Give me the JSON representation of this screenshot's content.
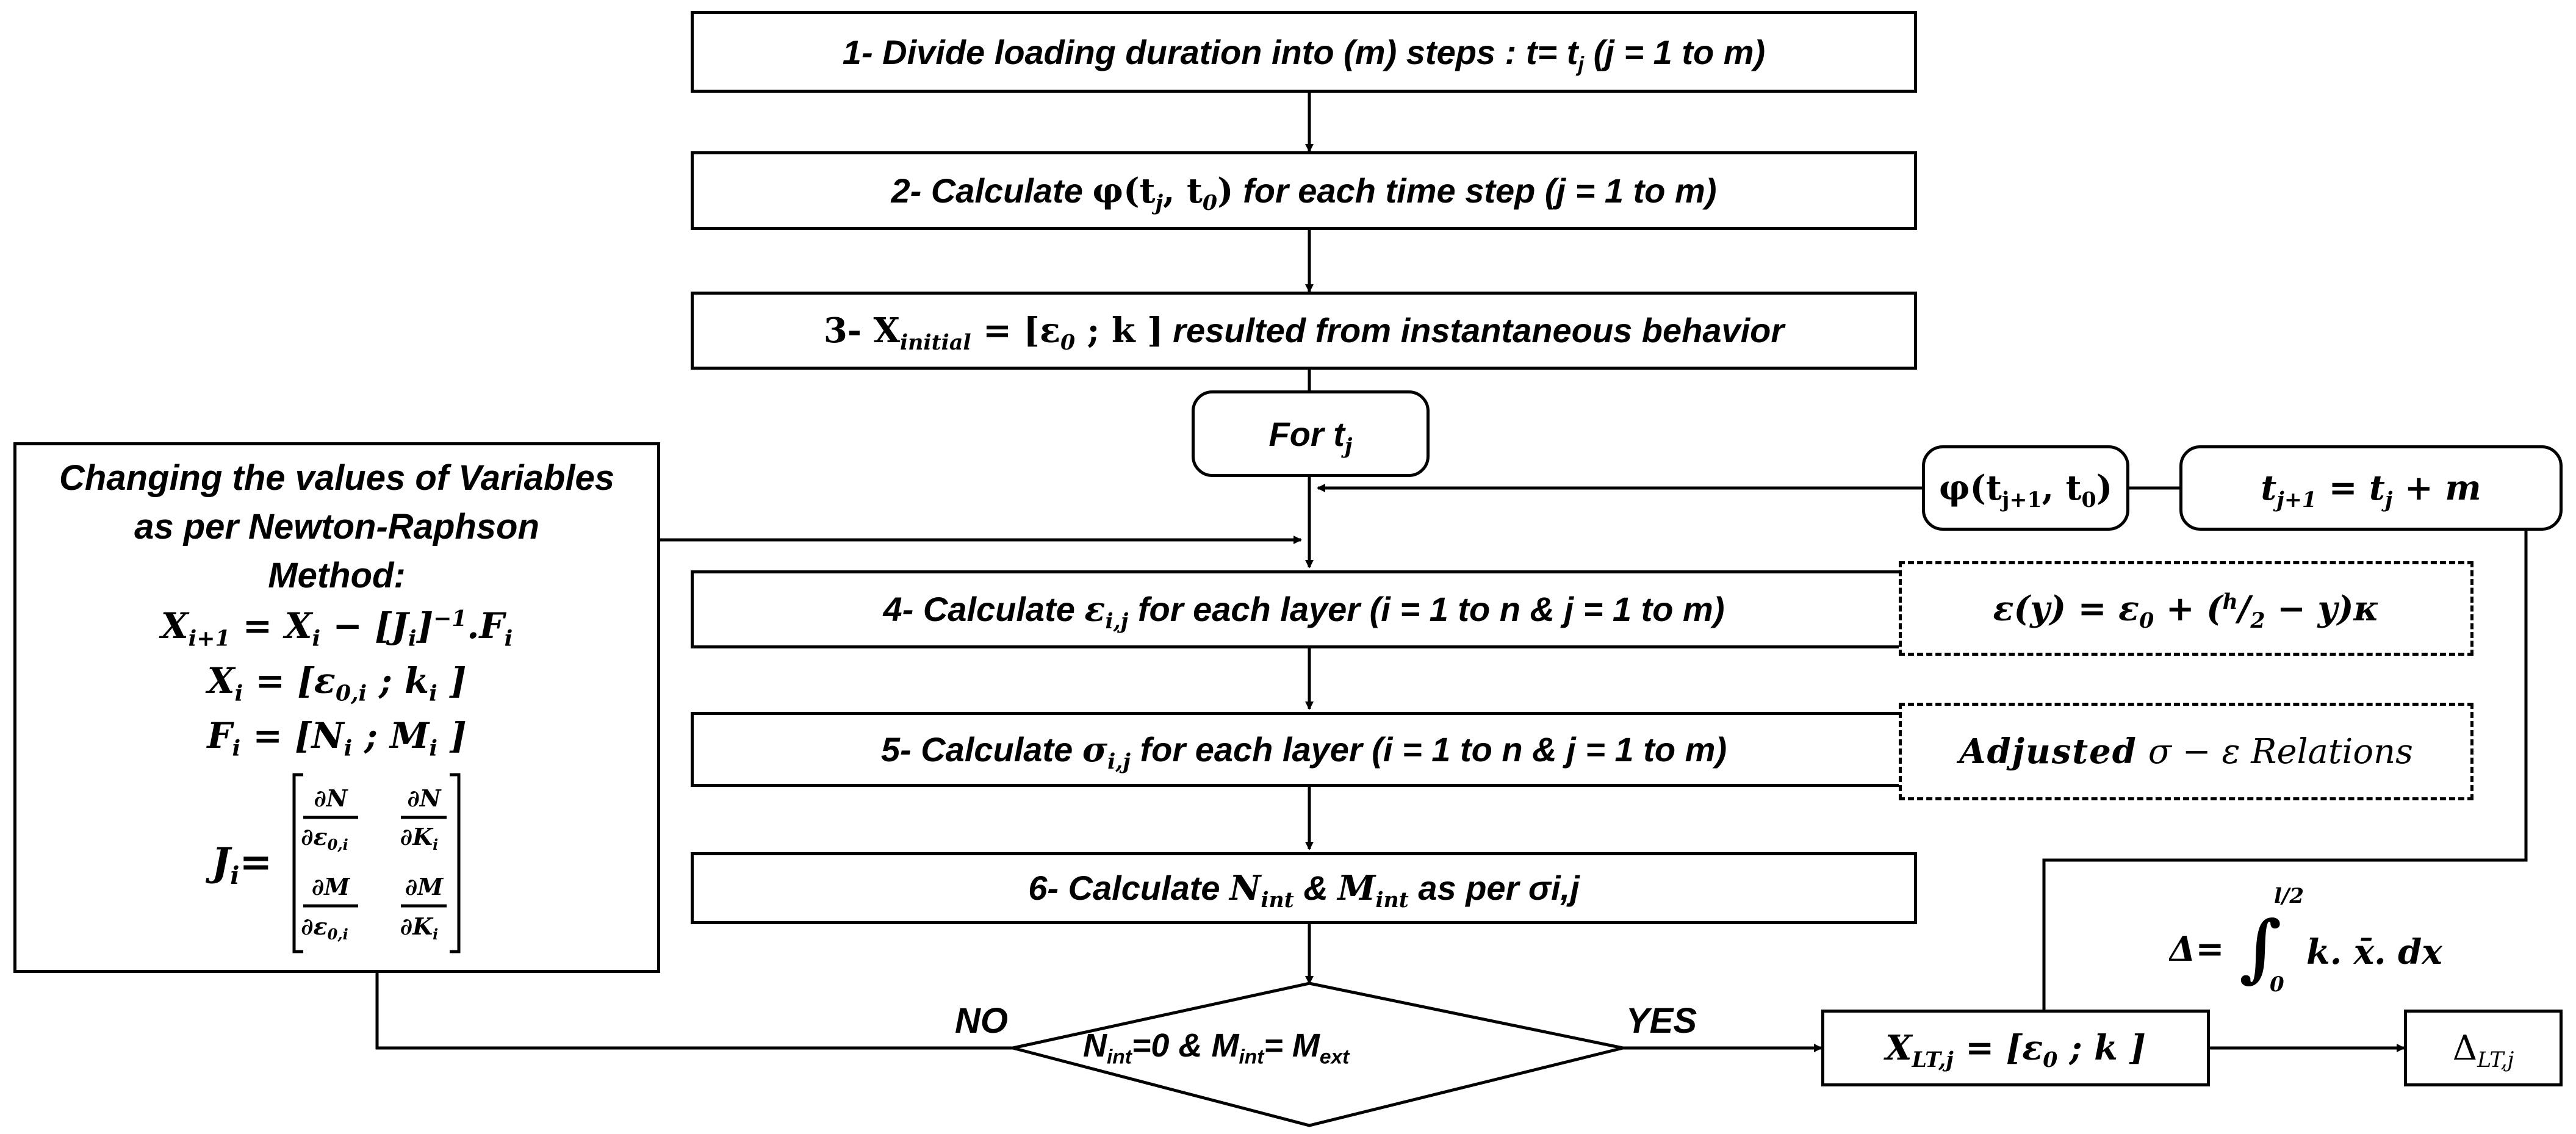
{
  "steps": {
    "s1": "1- Divide loading duration into (m) steps : t= t",
    "s1_sub": "j",
    "s1_tail": " (j = 1 to m)",
    "s2_pre": "2- Calculate ",
    "s2_phi": "φ(t",
    "s2_sub": "j",
    "s2_phi_tail": ", t",
    "s2_sub0": "0",
    "s2_close": ")",
    "s2_tail": " for  each time step  (j = 1 to m)",
    "s3_pre": "3- X",
    "s3_sub": "initial",
    "s3_mid": " = [ε",
    "s3_sub0": "0",
    "s3_k": " ; k ]",
    "s3_tail": " resulted from instantaneous behavior",
    "s4_pre": "4- Calculate ",
    "s4_eps": "ε",
    "s4_sub": "i,j",
    "s4_tail": "  for each layer (i = 1 to n & j = 1 to m)",
    "s5_pre": "5- Calculate ",
    "s5_sig": "σ",
    "s5_sub": "i,j",
    "s5_tail": " for each layer (i = 1 to n & j = 1 to m)",
    "s6_pre": "6- Calculate ",
    "s6_N": "N",
    "s6_Nsub": "int",
    "s6_amp": " & ",
    "s6_M": "M",
    "s6_Msub": "int",
    "s6_tail": " as per σi,j"
  },
  "loop": {
    "for_label": "For t",
    "for_sub": "j",
    "phi_next": "φ(t",
    "phi_next_sub": "j+1",
    "phi_next_tail": ", t",
    "phi_next_sub0": "0",
    "phi_next_close": ")",
    "t_next": "t",
    "t_next_sub": "j+1",
    "t_next_mid": " =  t",
    "t_next_sub2": "j",
    "t_next_tail": " + m"
  },
  "side": {
    "strain_eq": "ε(y) = ε",
    "strain_sub0": "0",
    "strain_plus": " + (",
    "strain_h": "h",
    "strain_slash": "/",
    "strain_two": "2",
    "strain_tail": " − y)κ",
    "adjusted": "Adjusted",
    "relations": " σ − ε Relations"
  },
  "newton": {
    "line1": "Changing the values of Variables",
    "line2": "as per Newton-Raphson",
    "line3": "Method:",
    "eq1": "X",
    "eq1_sub": "i+1",
    "eq1_mid": " = X",
    "eq1_sub2": "i",
    "eq1_mid2": " − [J",
    "eq1_sub3": "i",
    "eq1_sup": "−1",
    "eq1_tail": ".F",
    "eq1_sub4": "i",
    "eq2": "X",
    "eq2_sub": "i",
    "eq2_mid": " = [ε",
    "eq2_sub2": "0,i",
    "eq2_mid2": " ; k",
    "eq2_sub3": "i",
    "eq2_tail": " ]",
    "eq3": "F",
    "eq3_sub": "i",
    "eq3_mid": " = [N",
    "eq3_sub2": "i",
    "eq3_mid2": " ; M",
    "eq3_sub3": "i",
    "eq3_tail": " ]",
    "jac_lhs": "J",
    "jac_sub": "i",
    "jac_eq": "=",
    "dN": "∂N",
    "dM": "∂M",
    "de0": "∂ε",
    "de0_sub": "0,i",
    "dK": "∂K",
    "dK_sub": "i"
  },
  "decision": {
    "cond_N": "N",
    "cond_Nsub": "int",
    "cond_mid": "=0 & M",
    "cond_Msub": "int",
    "cond_eq": "= M",
    "cond_Msub2": "ext",
    "no": "NO",
    "yes": "YES"
  },
  "result": {
    "x_lt": "X",
    "x_lt_sub": "LT,j",
    "x_lt_eq": " = [ε",
    "x_lt_sub0": "0",
    "x_lt_tail": " ; k ]",
    "delta_lt": "Δ",
    "delta_lt_sub": "LT,j",
    "delta_eq": "Δ=",
    "int_upper": "l/2",
    "int_lower": "0",
    "integrand": "k. x̄. dx"
  }
}
